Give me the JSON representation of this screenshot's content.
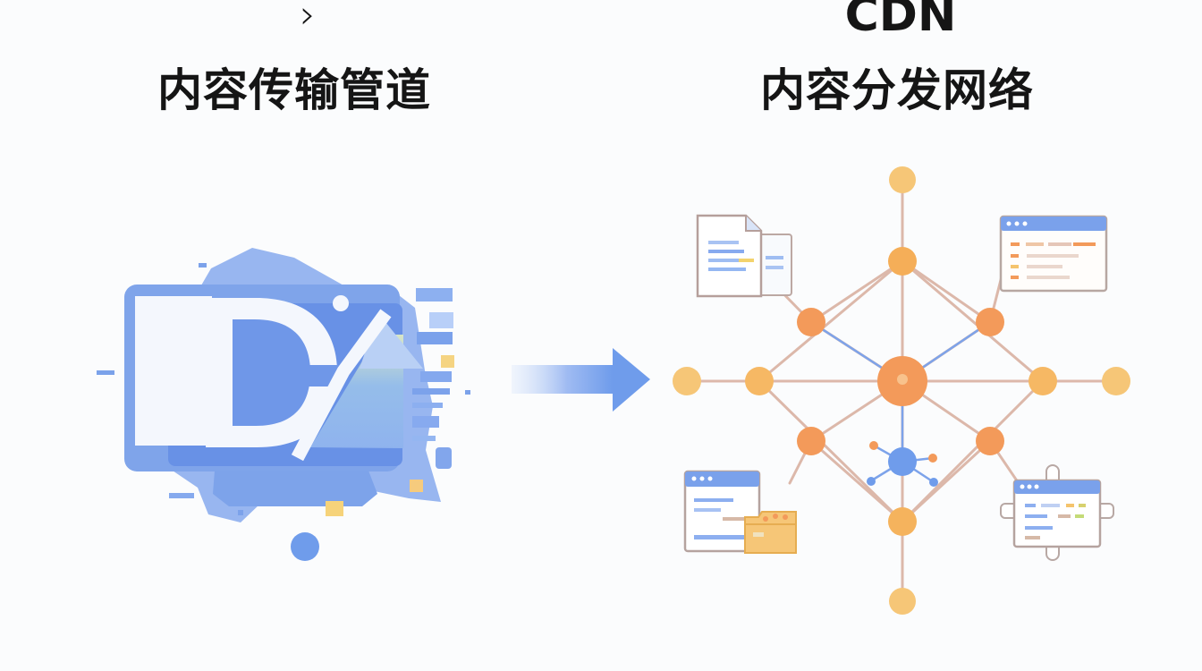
{
  "header": {
    "left_symbol": "›",
    "left_title": "内容传输管道",
    "right_heading": "CDN",
    "right_title": "内容分发网络"
  },
  "illustration": {
    "left_graphic": "ID-pipeline-illustration",
    "direction_arrow": "right-arrow",
    "network_nodes": 13
  },
  "colors": {
    "background": "#fbfcfd",
    "blue": "#6f9ceb",
    "light_blue": "#a9c6f5",
    "orange": "#f39a5a",
    "pale_orange": "#f6c677",
    "brown_line": "#d6b1a3"
  }
}
